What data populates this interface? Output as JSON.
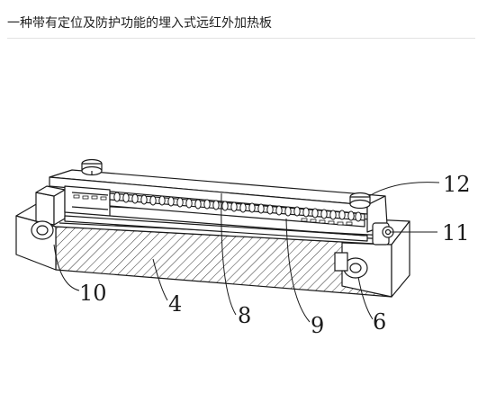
{
  "title": "一种带有定位及防护功能的埋入式远红外加热板",
  "callouts": {
    "c12": "12",
    "c11": "11",
    "c10": "10",
    "c4": "4",
    "c8": "8",
    "c9": "9",
    "c6": "6"
  },
  "colors": {
    "line": "#1a1a1a",
    "background": "#ffffff",
    "rule": "#e2e2e2"
  }
}
